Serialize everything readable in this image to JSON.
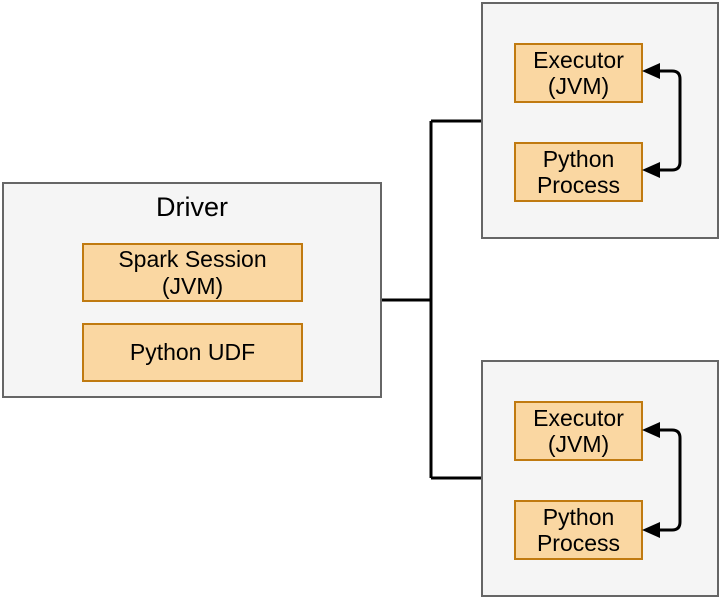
{
  "diagram": {
    "driver": {
      "title": "Driver",
      "spark_session": "Spark Session\n(JVM)",
      "python_udf": "Python UDF"
    },
    "executors": [
      {
        "executor": "Executor\n(JVM)",
        "python": "Python\nProcess"
      },
      {
        "executor": "Executor\n(JVM)",
        "python": "Python\nProcess"
      }
    ],
    "colors": {
      "node_fill": "#FAD7A2",
      "node_border": "#C07A10",
      "group_fill": "#F5F5F5",
      "group_border": "#666666",
      "connector": "#000000"
    }
  }
}
